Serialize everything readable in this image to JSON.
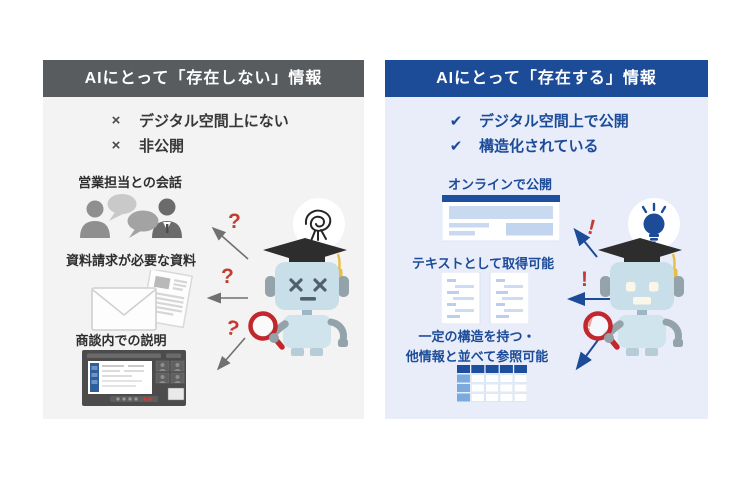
{
  "left_panel": {
    "title": "AIにとって「存在しない」情報",
    "criteria": [
      {
        "mark": "×",
        "text": "デジタル空間上にない"
      },
      {
        "mark": "×",
        "text": "非公開"
      }
    ],
    "items": [
      {
        "label": "営業担当との会話",
        "icon": "sales-conversation-icon"
      },
      {
        "label": "資料請求が必要な資料",
        "icon": "mail-request-document-icon"
      },
      {
        "label": "商談内での説明",
        "icon": "online-meeting-screen-icon"
      }
    ],
    "arrow_mark": "?",
    "robot_state": "confused-scribble-thought"
  },
  "right_panel": {
    "title": "AIにとって「存在する」情報",
    "criteria": [
      {
        "mark": "✔",
        "text": "デジタル空間上で公開"
      },
      {
        "mark": "✔",
        "text": "構造化されている"
      }
    ],
    "items": [
      {
        "label": "オンラインで公開",
        "icon": "web-page-icon"
      },
      {
        "label": "テキストとして取得可能",
        "icon": "text-documents-icon"
      },
      {
        "label": "一定の構造を持つ・",
        "label2": "他情報と並べて参照可能",
        "icon": "structured-table-icon"
      }
    ],
    "arrow_mark": "!",
    "robot_state": "enlightened-lightbulb-thought"
  },
  "colors": {
    "left_header_bg": "#595c5f",
    "left_panel_bg": "#f3f3f4",
    "right_header_bg": "#1c4b98",
    "right_panel_bg": "#e9edf9",
    "accent_red": "#c53b31",
    "arrow_gray": "#707070",
    "arrow_blue": "#1c4b98",
    "table_header_blue": "#1d4f9e",
    "table_first_col_blue": "#7aaade",
    "robot_body_blue": "#c8dfe9",
    "tassel_yellow": "#e5be47"
  }
}
